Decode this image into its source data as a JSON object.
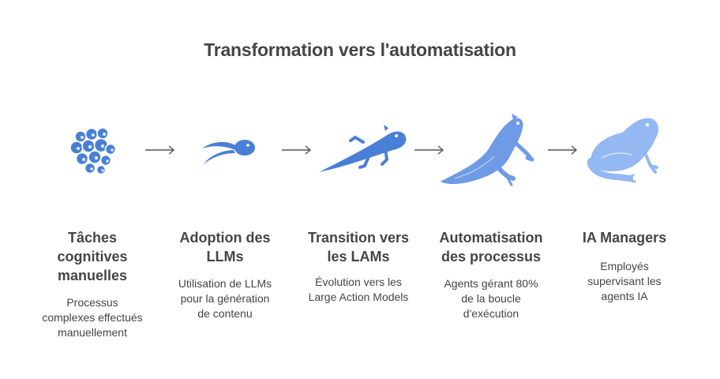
{
  "title": "Transformation vers l'automatisation",
  "accent_color": "#4a7fd6",
  "stages": [
    {
      "icon": "eggs-icon",
      "title": "Tâches cognitives manuelles",
      "title_lines": [
        "Tâches",
        "cognitives",
        "manuelles"
      ],
      "description_lines": [
        "Processus",
        "complexes effectués",
        "manuellement"
      ]
    },
    {
      "icon": "tadpole-icon",
      "title": "Adoption des LLMs",
      "title_lines": [
        "Adoption des",
        "LLMs"
      ],
      "description_lines": [
        "Utilisation de LLMs",
        "pour la génération",
        "de contenu"
      ]
    },
    {
      "icon": "froglet-icon",
      "title": "Transition vers les LAMs",
      "title_lines": [
        "Transition vers",
        "les LAMs"
      ],
      "description_lines": [
        "Évolution vers les",
        "Large Action Models"
      ]
    },
    {
      "icon": "young-frog-icon",
      "title": "Automatisation des processus",
      "title_lines": [
        "Automatisation",
        "des processus"
      ],
      "description_lines": [
        "Agents gérant 80%",
        "de la boucle",
        "d'exécution"
      ]
    },
    {
      "icon": "frog-icon",
      "title": "IA Managers",
      "title_lines": [
        "IA Managers"
      ],
      "description_lines": [
        "Employés",
        "supervisant les",
        "agents IA"
      ]
    }
  ]
}
